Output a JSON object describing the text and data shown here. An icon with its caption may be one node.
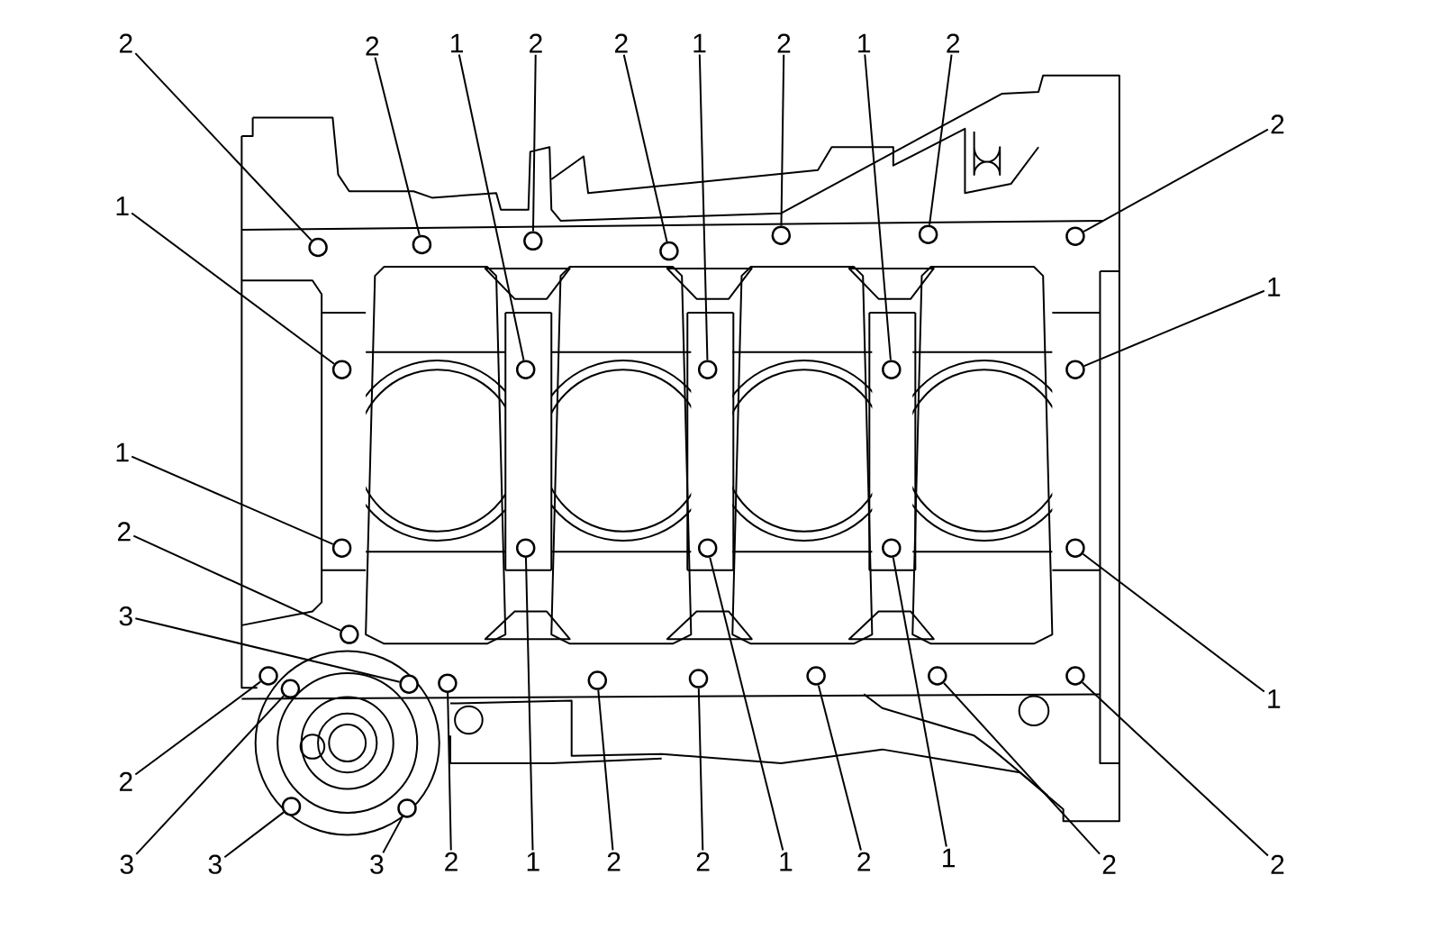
{
  "diagram": {
    "nodes": [
      {
        "text": [
          "2"
        ]
      },
      {
        "text": [
          "2"
        ]
      },
      {
        "text": [
          "1"
        ]
      },
      {
        "text": [
          "2"
        ]
      },
      {
        "text": [
          "2"
        ]
      },
      {
        "text": [
          "1"
        ]
      },
      {
        "text": [
          "2"
        ]
      },
      {
        "text": [
          "1"
        ]
      },
      {
        "text": [
          "2"
        ]
      },
      {
        "text": [
          "2"
        ]
      },
      {
        "text": [
          "1"
        ]
      },
      {
        "text": [
          "1"
        ]
      },
      {
        "text": [
          "1"
        ]
      },
      {
        "text": [
          "2"
        ]
      },
      {
        "text": [
          "3"
        ]
      },
      {
        "text": [
          "1"
        ]
      },
      {
        "text": [
          "2"
        ]
      },
      {
        "text": [
          "3"
        ]
      },
      {
        "text": [
          "3"
        ]
      },
      {
        "text": [
          "3"
        ]
      },
      {
        "text": [
          "2"
        ]
      },
      {
        "text": [
          "1"
        ]
      },
      {
        "text": [
          "2"
        ]
      },
      {
        "text": [
          "2"
        ]
      },
      {
        "text": [
          "1"
        ]
      },
      {
        "text": [
          "2"
        ]
      },
      {
        "text": [
          "1"
        ]
      },
      {
        "text": [
          "2"
        ]
      },
      {
        "text": [
          "2"
        ]
      },
      {
        "text": [],
        "shape": "circle"
      },
      {
        "text": [],
        "shape": "circle"
      },
      {
        "text": [],
        "shape": "circle"
      },
      {
        "text": [],
        "shape": "circle"
      },
      {
        "text": [],
        "shape": "circle"
      },
      {
        "text": [],
        "shape": "circle"
      },
      {
        "text": [],
        "shape": "circle"
      },
      {
        "text": [],
        "shape": "circle"
      },
      {
        "text": [],
        "shape": "circle"
      },
      {
        "text": [],
        "shape": "circle"
      },
      {
        "text": [],
        "shape": "circle"
      },
      {
        "text": [],
        "shape": "circle"
      },
      {
        "text": [],
        "shape": "circle"
      },
      {
        "text": [],
        "shape": "circle"
      },
      {
        "text": [],
        "shape": "circle"
      },
      {
        "text": [],
        "shape": "circle"
      },
      {
        "text": [],
        "shape": "circle"
      },
      {
        "text": [],
        "shape": "circle"
      },
      {
        "text": [],
        "shape": "circle"
      },
      {
        "text": [],
        "shape": "circle"
      },
      {
        "text": [],
        "shape": "circle"
      },
      {
        "text": [],
        "shape": "circle"
      },
      {
        "text": [],
        "shape": "circle"
      },
      {
        "text": [],
        "shape": "circle"
      },
      {
        "text": [],
        "shape": "circle"
      },
      {
        "text": [],
        "shape": "circle"
      },
      {
        "text": [],
        "shape": "circle"
      },
      {
        "text": [],
        "shape": "circle"
      },
      {
        "text": [],
        "shape": "circle"
      }
    ],
    "edges": [
      {
        "from": 0,
        "to": 29,
        "arrow": "none"
      },
      {
        "from": 1,
        "to": 30,
        "arrow": "none"
      },
      {
        "from": 2,
        "to": 37,
        "arrow": "none"
      },
      {
        "from": 3,
        "to": 31,
        "arrow": "none"
      },
      {
        "from": 4,
        "to": 32,
        "arrow": "none"
      },
      {
        "from": 5,
        "to": 38,
        "arrow": "none"
      },
      {
        "from": 6,
        "to": 33,
        "arrow": "none"
      },
      {
        "from": 7,
        "to": 39,
        "arrow": "none"
      },
      {
        "from": 8,
        "to": 34,
        "arrow": "none"
      },
      {
        "from": 9,
        "to": 35,
        "arrow": "none"
      },
      {
        "from": 10,
        "to": 36,
        "arrow": "none"
      },
      {
        "from": 11,
        "to": 40,
        "arrow": "none"
      },
      {
        "from": 12,
        "to": 41,
        "arrow": "none"
      },
      {
        "from": 13,
        "to": 46,
        "arrow": "none"
      },
      {
        "from": 14,
        "to": 49,
        "arrow": "none"
      },
      {
        "from": 15,
        "to": 45,
        "arrow": "none"
      },
      {
        "from": 16,
        "to": 47,
        "arrow": "none"
      },
      {
        "from": 17,
        "to": 48,
        "arrow": "none"
      },
      {
        "from": 18,
        "to": 56,
        "arrow": "none"
      },
      {
        "from": 19,
        "to": 57,
        "arrow": "none"
      },
      {
        "from": 20,
        "to": 50,
        "arrow": "none"
      },
      {
        "from": 21,
        "to": 42,
        "arrow": "none"
      },
      {
        "from": 22,
        "to": 51,
        "arrow": "none"
      },
      {
        "from": 23,
        "to": 52,
        "arrow": "none"
      },
      {
        "from": 24,
        "to": 43,
        "arrow": "none"
      },
      {
        "from": 25,
        "to": 53,
        "arrow": "none"
      },
      {
        "from": 26,
        "to": 44,
        "arrow": "none"
      },
      {
        "from": 27,
        "to": 54,
        "arrow": "none"
      },
      {
        "from": 28,
        "to": 55,
        "arrow": "none"
      }
    ]
  }
}
